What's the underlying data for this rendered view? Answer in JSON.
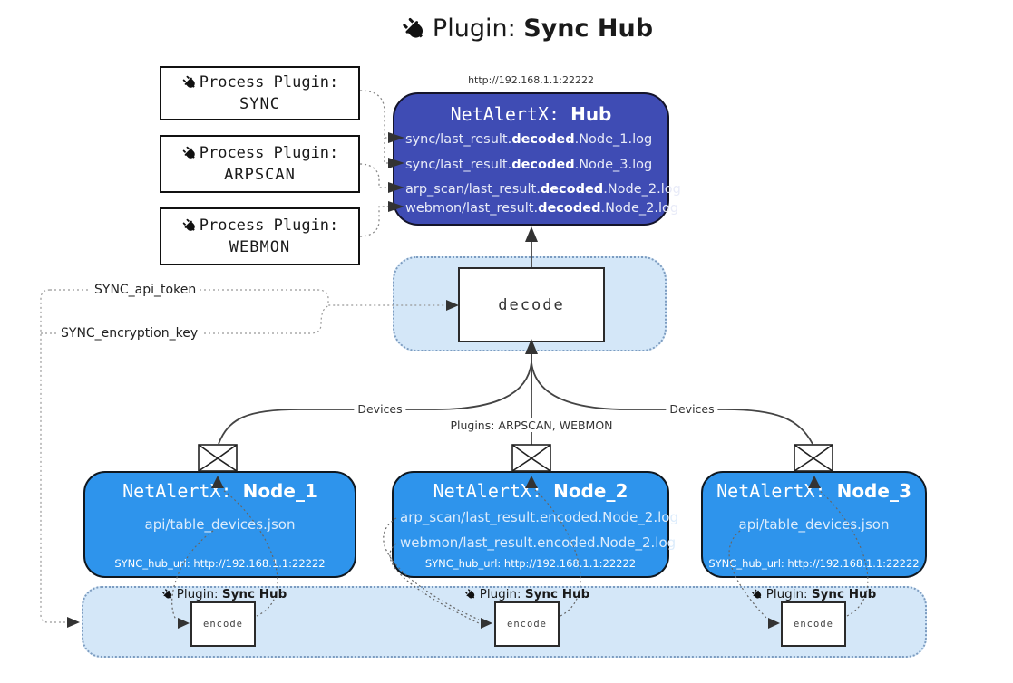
{
  "title": {
    "icon": "plug-icon",
    "prefix": "Plugin: ",
    "bold": "Sync Hub"
  },
  "hub_url": "http://192.168.1.1:22222",
  "process_plugins": [
    {
      "label": "Process Plugin:",
      "name": "SYNC"
    },
    {
      "label": "Process Plugin:",
      "name": "ARPSCAN"
    },
    {
      "label": "Process Plugin:",
      "name": "WEBMON"
    }
  ],
  "hub": {
    "title_prefix": "NetAlertX: ",
    "title_bold": "Hub",
    "files": [
      {
        "prefix": "sync/last_result.",
        "bold": "decoded",
        "suffix": ".Node_1.log"
      },
      {
        "prefix": "sync/last_result.",
        "bold": "decoded",
        "suffix": ".Node_3.log"
      },
      {
        "prefix": "arp_scan/last_result.",
        "bold": "decoded",
        "suffix": ".Node_2.log"
      },
      {
        "prefix": "webmon/last_result.",
        "bold": "decoded",
        "suffix": ".Node_2.log"
      }
    ]
  },
  "decode_label": "decode",
  "secrets": {
    "api_token": "SYNC_api_token",
    "encryption_key": "SYNC_encryption_key"
  },
  "edge_labels": {
    "devices_left": "Devices",
    "plugins_middle": "Plugins: ARPSCAN, WEBMON",
    "devices_right": "Devices"
  },
  "nodes": [
    {
      "title_prefix": "NetAlertX: ",
      "title_bold": "Node_1",
      "file1": "api/table_devices.json",
      "footer": "SYNC_hub_url: http://192.168.1.1:22222"
    },
    {
      "title_prefix": "NetAlertX: ",
      "title_bold": "Node_2",
      "file1": "arp_scan/last_result.encoded.Node_2.log",
      "file2": "webmon/last_result.encoded.Node_2.log",
      "footer": "SYNC_hub_url: http://192.168.1.1:22222"
    },
    {
      "title_prefix": "NetAlertX: ",
      "title_bold": "Node_3",
      "file1": "api/table_devices.json",
      "footer": "SYNC_hub_url: http://192.168.1.1:22222"
    }
  ],
  "encoders": [
    {
      "label_prefix": "Plugin: ",
      "label_bold": "Sync Hub",
      "box_label": "encode"
    },
    {
      "label_prefix": "Plugin: ",
      "label_bold": "Sync Hub",
      "box_label": "encode"
    },
    {
      "label_prefix": "Plugin: ",
      "label_bold": "Sync Hub",
      "box_label": "encode"
    }
  ],
  "colors": {
    "hub_fill": "#3f4cb4",
    "node_fill": "#2e94ec",
    "container_fill": "#d4e7f8",
    "container_border": "#7c9cc0",
    "line": "#444444",
    "arrow": "#333333"
  }
}
